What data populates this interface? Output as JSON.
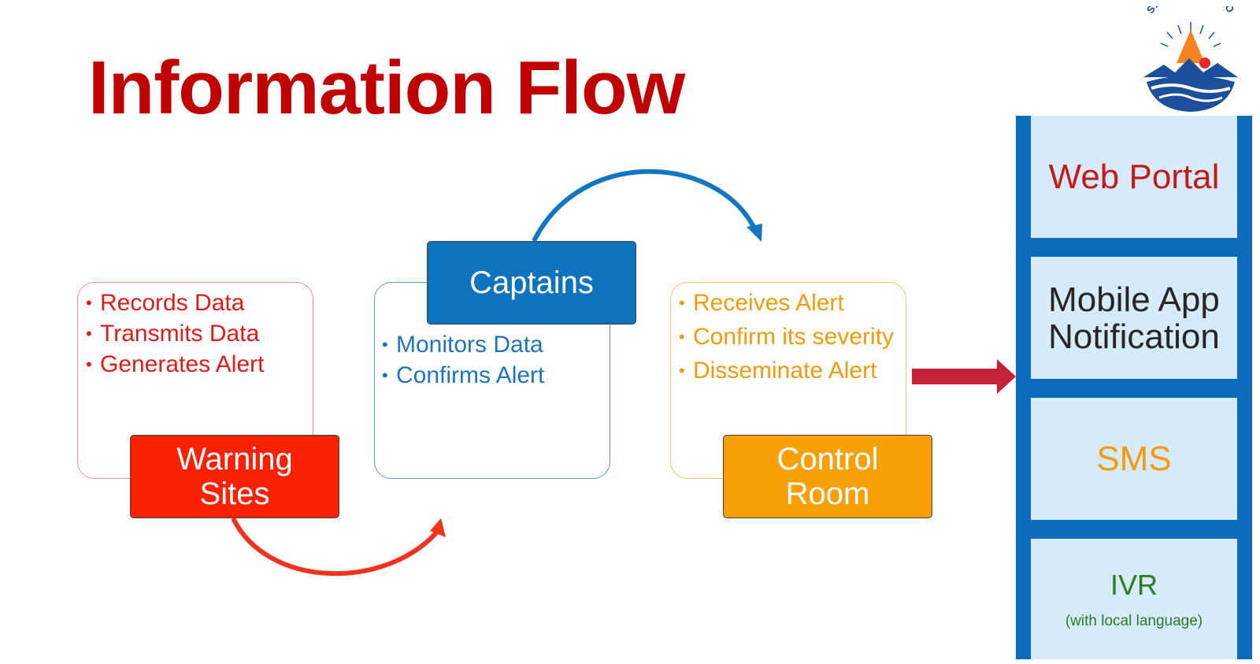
{
  "title": "Information Flow",
  "logo": {
    "text": "SALAMAT RAHO"
  },
  "stages": [
    {
      "label_lines": [
        "Warning",
        "Sites"
      ],
      "points": [
        "Records Data",
        "Transmits Data",
        "Generates Alert"
      ],
      "color": "#fa2104"
    },
    {
      "label_lines": [
        "Captains"
      ],
      "points": [
        "Monitors Data",
        "Confirms Alert"
      ],
      "color": "#0d73bf"
    },
    {
      "label_lines": [
        "Control",
        "Room"
      ],
      "points": [
        "Receives Alert",
        "Confirm its severity",
        "Disseminate Alert"
      ],
      "color": "#f99f07"
    }
  ],
  "channels": [
    {
      "label": "Web Portal"
    },
    {
      "label_lines": [
        "Mobile App",
        "Notification"
      ]
    },
    {
      "label": "SMS"
    },
    {
      "label": "IVR",
      "sublabel": "(with local language)"
    }
  ],
  "colors": {
    "title": "#c00000",
    "channel_frame": "#0c6bbc",
    "channel_bg": "#d6ebfa",
    "output_arrow": "#c4213a"
  }
}
